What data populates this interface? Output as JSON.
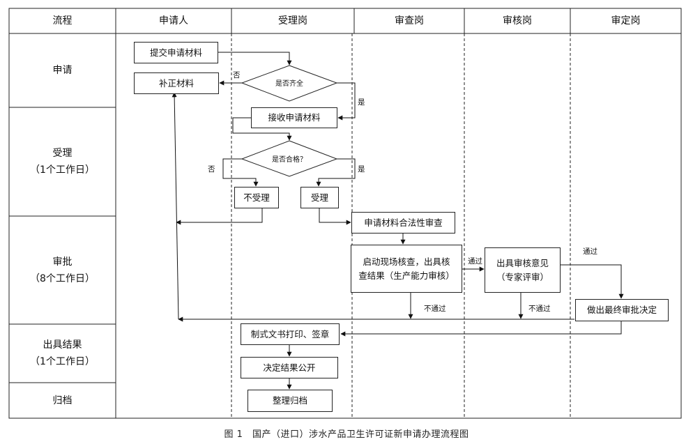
{
  "columns": [
    "流程",
    "申请人",
    "受理岗",
    "审查岗",
    "审核岗",
    "审定岗"
  ],
  "stages": [
    {
      "name": "申请",
      "days": ""
    },
    {
      "name": "受理",
      "days": "（1个工作日）"
    },
    {
      "name": "审批",
      "days": "（8个工作日）"
    },
    {
      "name": "出具结果",
      "days": "（1个工作日）"
    },
    {
      "name": "归档",
      "days": ""
    }
  ],
  "nodes": {
    "submit": "提交申请材料",
    "supplement": "补正材料",
    "complete_check": "是否齐全",
    "receive": "接收申请材料",
    "qualified_check": "是否合格？",
    "reject": "不受理",
    "accept": "受理",
    "legality_review": "申请材料合法性审查",
    "onsite_line1": "启动现场核查，出具核",
    "onsite_line2": "查结果（生产能力审核）",
    "opinion_line1": "出具审核意见",
    "opinion_line2": "（专家评审）",
    "final_decision": "做出最终审批决定",
    "print_seal": "制式文书打印、签章",
    "publish": "决定结果公开",
    "archive": "整理归档"
  },
  "edge_labels": {
    "no": "否",
    "yes": "是",
    "pass": "通过",
    "fail": "不通过"
  },
  "caption": "图 1　国产（进口）涉水产品卫生许可证新申请办理流程图"
}
